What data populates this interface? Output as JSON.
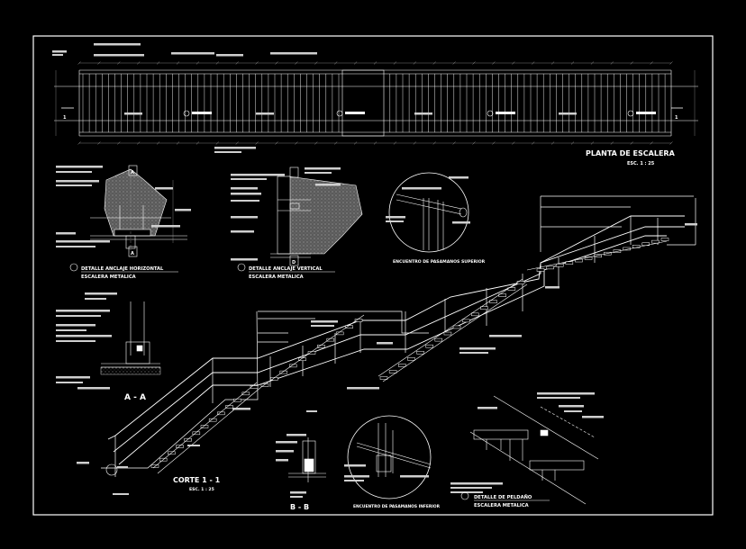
{
  "plan": {
    "title": "PLANTA DE ESCALERA",
    "scale": "ESC. 1 : 25",
    "section_marker": "1"
  },
  "detail_horizontal": {
    "title": "DETALLE ANCLAJE HORIZONTAL",
    "subtitle": "ESCALERA METALICA",
    "label_a": "A"
  },
  "detail_vertical": {
    "title": "DETALLE ANCLAJE VERTICAL",
    "subtitle": "ESCALERA METALICA",
    "label_d": "D"
  },
  "encuentro_superior": {
    "title": "ENCUENTRO DE PASAMANOS SUPERIOR"
  },
  "encuentro_inferior": {
    "title": "ENCUENTRO DE PASAMANOS INFERIOR"
  },
  "section_aa": {
    "title": "A - A"
  },
  "section_bb": {
    "title": "B - B"
  },
  "corte": {
    "title": "CORTE 1 - 1",
    "scale": "ESC. 1 : 25"
  },
  "detail_peldano": {
    "title": "DETALLE DE PELDAÑO",
    "subtitle": "ESCALERA METALICA"
  },
  "colors": {
    "background": "#000000",
    "frame": "#ffffff",
    "linework": "#ffffff",
    "dimension": "#9a9a9a",
    "concrete": "#8a8a8a"
  }
}
